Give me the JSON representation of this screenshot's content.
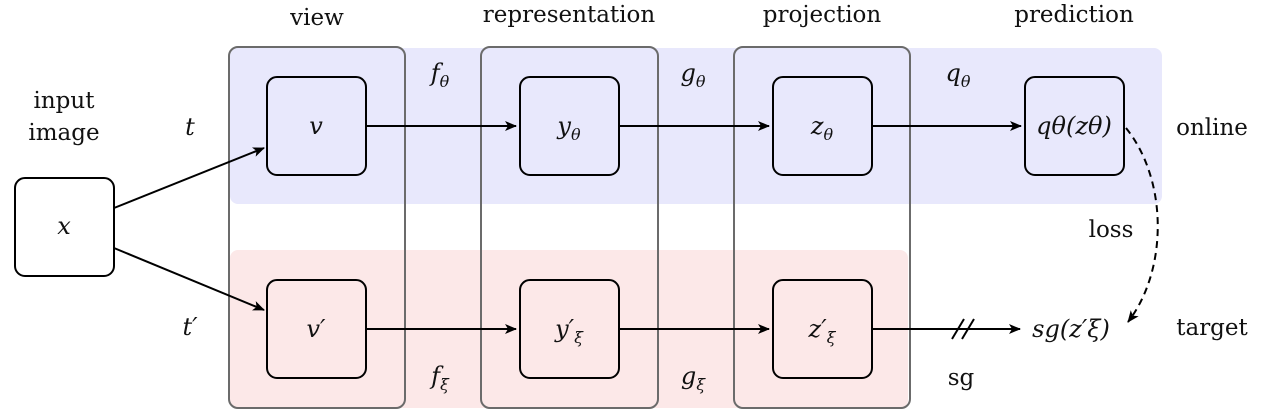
{
  "columns": {
    "view": "view",
    "representation": "representation",
    "projection": "projection",
    "prediction": "prediction"
  },
  "input": {
    "label_line1": "input",
    "label_line2": "image",
    "node": "x"
  },
  "augmentations": {
    "online": "t",
    "target": "t′"
  },
  "rows": {
    "online": "online",
    "target": "target"
  },
  "online_nodes": {
    "view": {
      "base": "v",
      "sub": ""
    },
    "representation": {
      "base": "y",
      "sub": "θ"
    },
    "projection": {
      "base": "z",
      "sub": "θ"
    },
    "prediction": {
      "text": "qθ(zθ)"
    }
  },
  "target_nodes": {
    "view": {
      "base": "v′",
      "sub": ""
    },
    "representation": {
      "base": "y′",
      "sub": "ξ"
    },
    "projection": {
      "base": "z′",
      "sub": "ξ"
    },
    "output": {
      "text": "sg(z′ξ)"
    }
  },
  "online_functions": {
    "encoder": {
      "base": "f",
      "sub": "θ"
    },
    "projector": {
      "base": "g",
      "sub": "θ"
    },
    "predictor": {
      "base": "q",
      "sub": "θ"
    }
  },
  "target_functions": {
    "encoder": {
      "base": "f",
      "sub": "ξ"
    },
    "projector": {
      "base": "g",
      "sub": "ξ"
    },
    "stop_gradient": "sg"
  },
  "loss": "loss",
  "colors": {
    "online_band": "#e8e8fc",
    "target_band": "#fce8e8",
    "column_border": "#6b6b6b",
    "node_border": "#000000"
  }
}
